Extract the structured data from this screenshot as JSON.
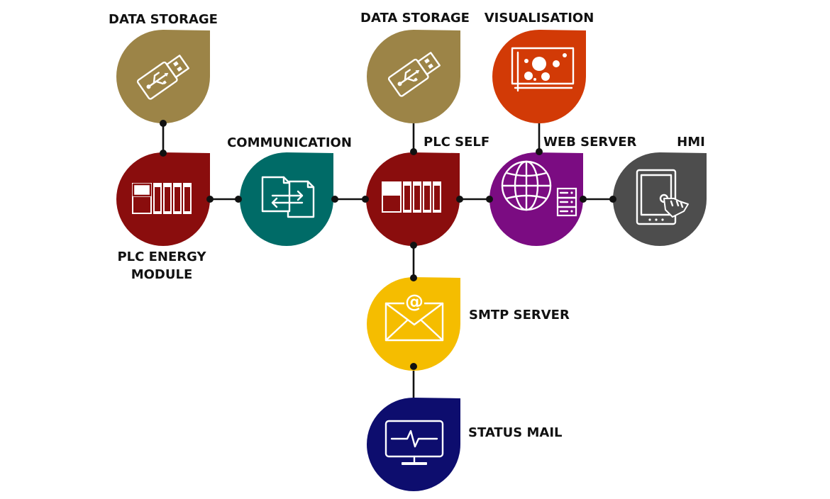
{
  "nodes": {
    "data_storage_left": {
      "label": "DATA STORAGE",
      "color": "#9c8447",
      "icon": "usb-stick-icon"
    },
    "plc_energy": {
      "label_line1": "PLC ENERGY",
      "label_line2": "MODULE",
      "color": "#8a0d0d",
      "icon": "plc-rack-icon"
    },
    "communication": {
      "label": "COMMUNICATION",
      "color": "#006b67",
      "icon": "file-transfer-icon"
    },
    "data_storage_mid": {
      "label": "DATA STORAGE",
      "color": "#9c8447",
      "icon": "usb-stick-icon"
    },
    "plc_self": {
      "label": "PLC SELF",
      "color": "#8a0d0d",
      "icon": "plc-rack-icon"
    },
    "visualisation": {
      "label": "VISUALISATION",
      "color": "#d23a06",
      "icon": "bubble-chart-icon"
    },
    "web_server": {
      "label": "WEB SERVER",
      "color": "#7b0c82",
      "icon": "globe-server-icon"
    },
    "hmi": {
      "label": "HMI",
      "color": "#4d4d4d",
      "icon": "tablet-touch-icon"
    },
    "smtp_server": {
      "label": "SMTP SERVER",
      "color": "#f5bd00",
      "icon": "email-envelope-icon"
    },
    "status_mail": {
      "label": "STATUS MAIL",
      "color": "#0d0d6e",
      "icon": "heartbeat-monitor-icon"
    }
  },
  "connections": [
    [
      "data_storage_left",
      "plc_energy"
    ],
    [
      "plc_energy",
      "communication"
    ],
    [
      "communication",
      "plc_self"
    ],
    [
      "data_storage_mid",
      "plc_self"
    ],
    [
      "plc_self",
      "web_server"
    ],
    [
      "visualisation",
      "web_server"
    ],
    [
      "web_server",
      "hmi"
    ],
    [
      "plc_self",
      "smtp_server"
    ],
    [
      "smtp_server",
      "status_mail"
    ]
  ]
}
